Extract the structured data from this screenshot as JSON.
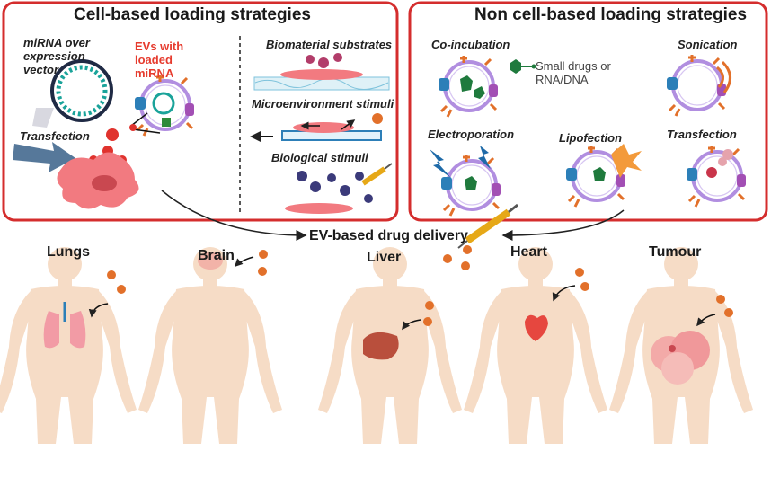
{
  "cell_panel": {
    "title": "Cell-based loading strategies",
    "mirna_vector": "miRNA over expression vector",
    "evs_loaded": "EVs with loaded miRNA",
    "transfection": "Transfection",
    "biomaterial": "Biomaterial substrates",
    "microenvironment": "Microenvironment stimuli",
    "biological": "Biological stimuli"
  },
  "noncell_panel": {
    "title": "Non cell-based loading strategies",
    "coincubation": "Co-incubation",
    "small_drugs": "Small drugs or RNA/DNA",
    "sonication": "Sonication",
    "electroporation": "Electroporation",
    "lipofection": "Lipofection",
    "transfection": "Transfection"
  },
  "delivery_label": "EV-based drug delivery",
  "organs": [
    "Lungs",
    "Brain",
    "Liver",
    "Heart",
    "Tumour"
  ],
  "colors": {
    "frame_red": "#d42d2d",
    "ev_orange": "#e2702a",
    "body_skin": "#f6dcc6",
    "cell_pink": "#f27a80",
    "membrane_purple": "#b18ee0"
  }
}
